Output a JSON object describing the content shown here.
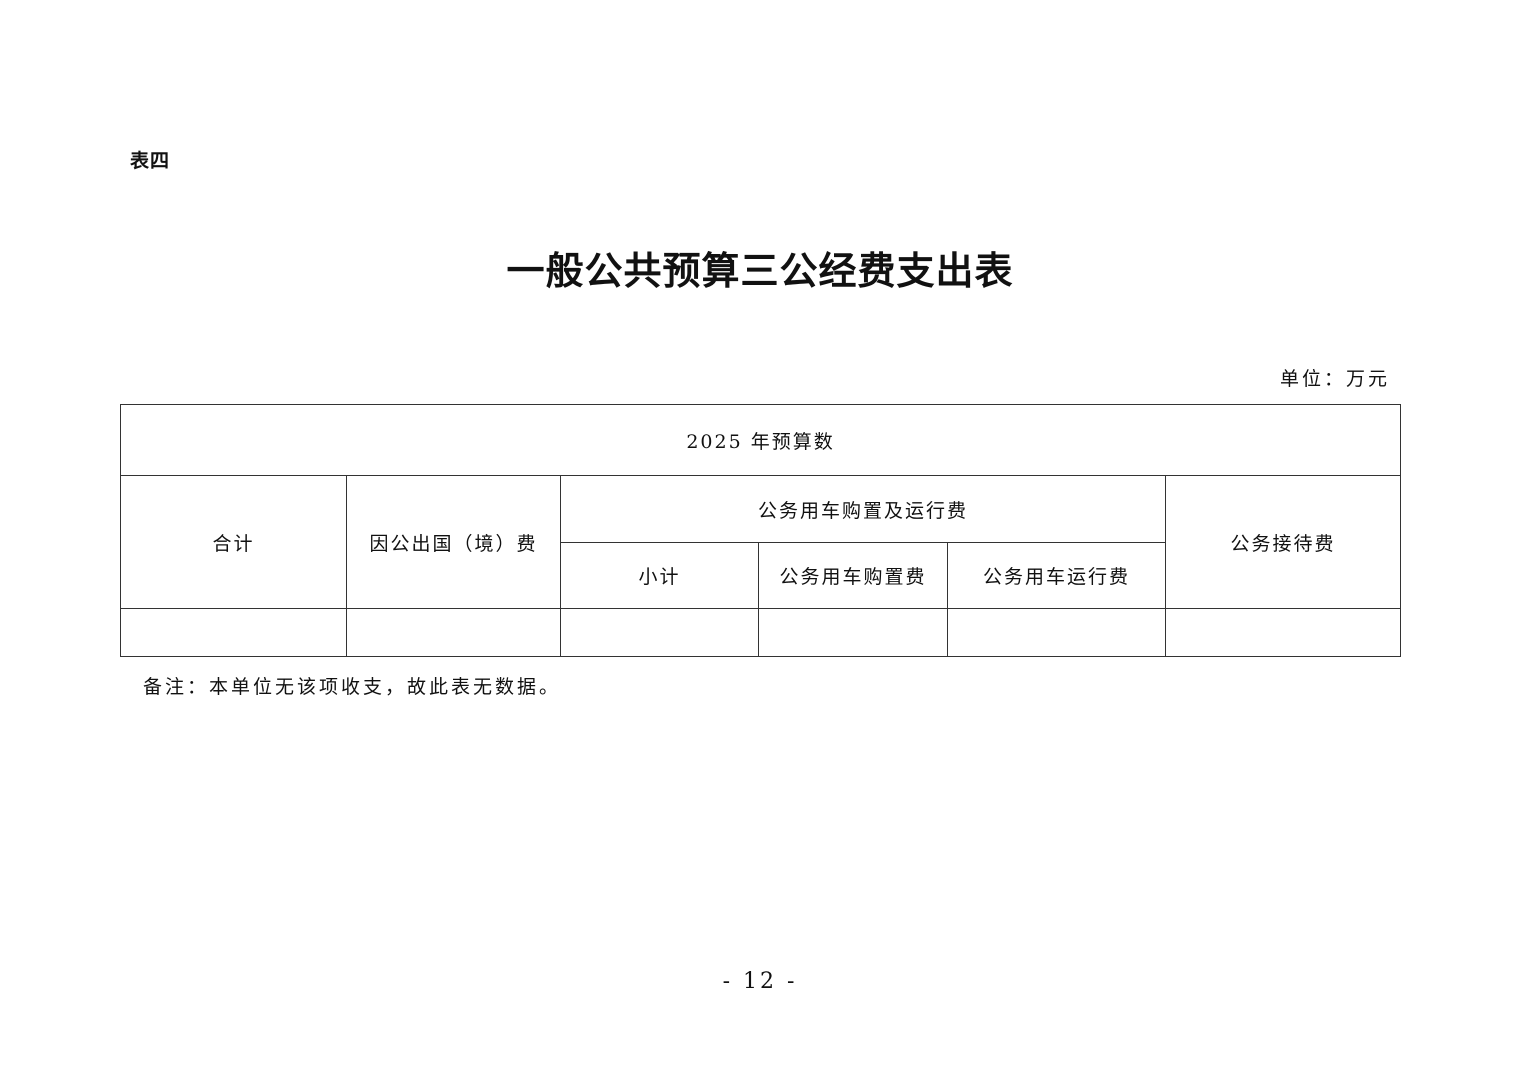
{
  "header": {
    "table_label": "表四",
    "title": "一般公共预算三公经费支出表",
    "unit": "单位：万元"
  },
  "table": {
    "year_header": "2025 年预算数",
    "col_total": "合计",
    "col_abroad": "因公出国（境）费",
    "col_vehicle_group": "公务用车购置及运行费",
    "col_vehicle_subtotal": "小计",
    "col_vehicle_purchase": "公务用车购置费",
    "col_vehicle_operation": "公务用车运行费",
    "col_reception": "公务接待费",
    "data_row": [
      "",
      "",
      "",
      "",
      "",
      ""
    ]
  },
  "note": "备注：本单位无该项收支，故此表无数据。",
  "footer": {
    "page_number": "- 12 -"
  }
}
